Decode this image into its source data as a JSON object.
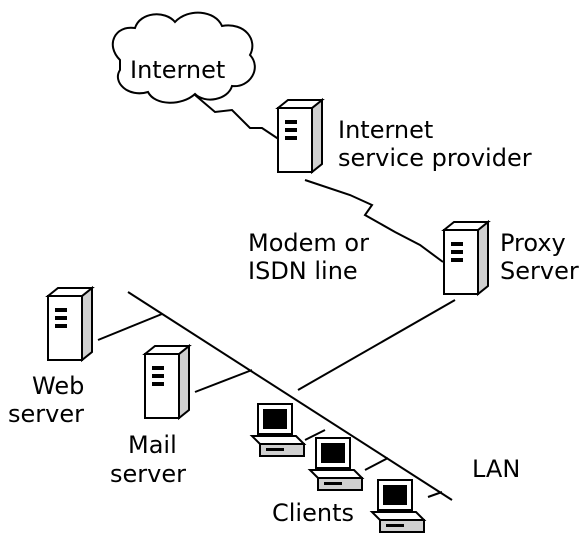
{
  "diagram": {
    "labels": {
      "internet": "Internet",
      "isp_line1": "Internet",
      "isp_line2": "service provider",
      "modem_line1": "Modem or",
      "modem_line2": "ISDN line",
      "proxy_line1": "Proxy",
      "proxy_line2": "Server",
      "web_line1": "Web",
      "web_line2": "server",
      "mail_line1": "Mail",
      "mail_line2": "server",
      "lan": "LAN",
      "clients": "Clients"
    },
    "colors": {
      "line": "#000000",
      "device_fill": "#ffffff",
      "device_shade": "#c8c8c8",
      "background": "#ffffff"
    }
  }
}
